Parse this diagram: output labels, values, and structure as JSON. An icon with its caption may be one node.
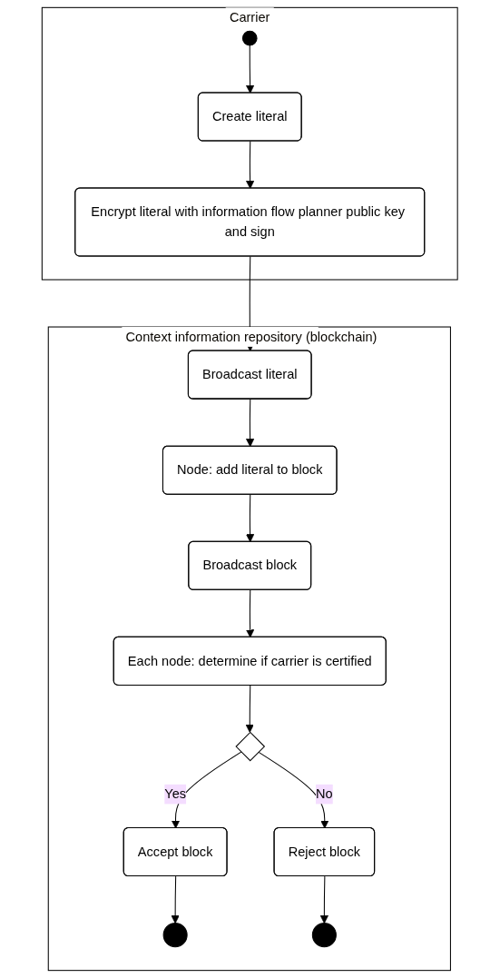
{
  "diagram": {
    "nodes": [
      {
        "text": [
          "Carrier"
        ]
      },
      {
        "text": [
          "Context information repository (blockchain)"
        ]
      },
      {
        "text": [],
        "shape": "circle",
        "in": 0
      },
      {
        "text": [
          "Create literal"
        ],
        "in": 0
      },
      {
        "text": [
          "Encrypt literal with information flow planner public key and sign"
        ],
        "in": 0
      },
      {
        "text": [
          "Broadcast literal"
        ],
        "in": 1
      },
      {
        "text": [
          "Node: add literal to block"
        ],
        "in": 1
      },
      {
        "text": [
          "Broadcast block"
        ],
        "in": 1
      },
      {
        "text": [
          "Each node: determine if carrier is certified"
        ],
        "in": 1
      },
      {
        "text": [],
        "shape": "diamond",
        "in": 1
      },
      {
        "text": [
          "Accept block"
        ],
        "in": 1
      },
      {
        "text": [
          "Reject block"
        ],
        "in": 1
      },
      {
        "text": [],
        "shape": "circle",
        "in": 1
      },
      {
        "text": [],
        "shape": "circle",
        "in": 1
      }
    ],
    "edges": [
      {
        "from": 2,
        "to": 3,
        "arrow": "to"
      },
      {
        "from": 3,
        "to": 4,
        "arrow": "to"
      },
      {
        "from": 4,
        "to": 5,
        "arrow": "to"
      },
      {
        "from": 5,
        "to": 6,
        "arrow": "to"
      },
      {
        "from": 6,
        "to": 7,
        "arrow": "to"
      },
      {
        "from": 7,
        "to": 8,
        "arrow": "to"
      },
      {
        "from": 8,
        "to": 9,
        "arrow": "to"
      },
      {
        "from": 9,
        "to": 10,
        "label": "Yes",
        "arrow": "to"
      },
      {
        "from": 9,
        "to": 11,
        "label": "No",
        "arrow": "to"
      },
      {
        "from": 10,
        "to": 12,
        "arrow": "to"
      },
      {
        "from": 11,
        "to": 13,
        "arrow": "to"
      }
    ]
  }
}
